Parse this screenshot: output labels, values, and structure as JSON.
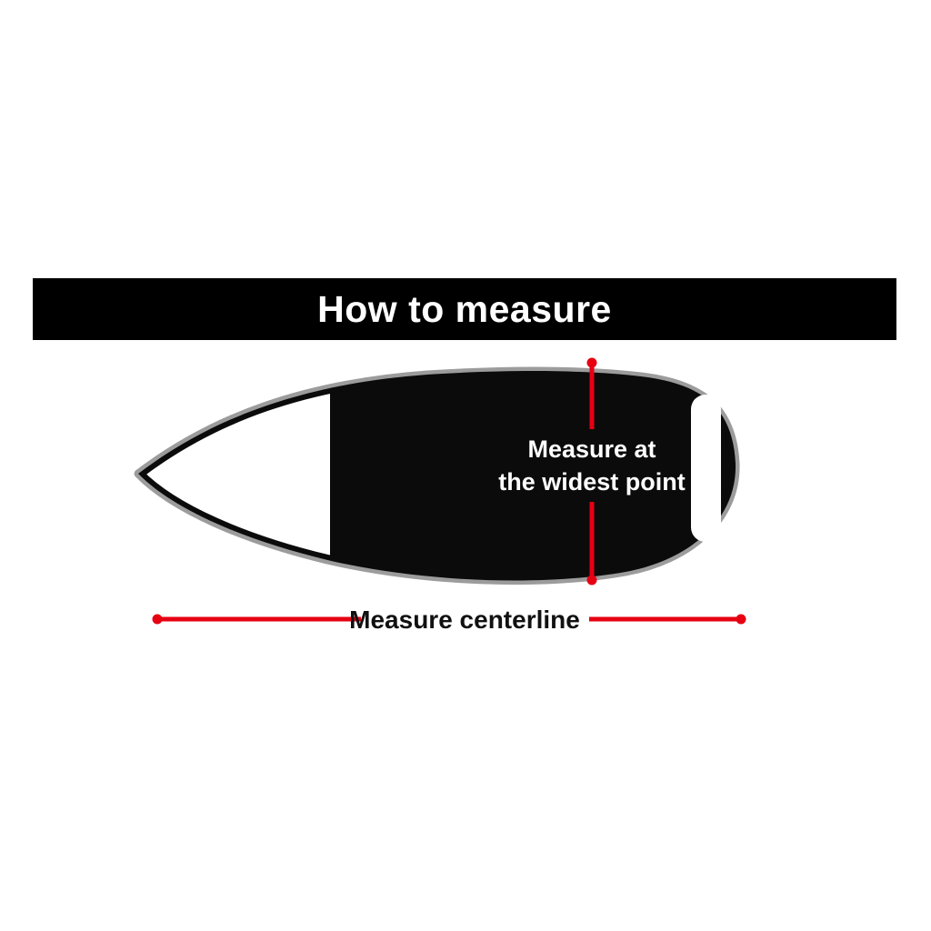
{
  "banner": {
    "title": "How to measure"
  },
  "diagram": {
    "width_label_line1": "Measure at",
    "width_label_line2": "the widest point",
    "centerline_label": "Measure centerline"
  },
  "colors": {
    "page_background": "#ffffff",
    "banner_bg": "#000000",
    "banner_text": "#ffffff",
    "board_fill": "#0b0b0b",
    "board_outline_gray": "#9c9c9c",
    "board_nose_white": "#ffffff",
    "handle_slot_white": "#ffffff",
    "accent_red": "#e60012",
    "width_label_color": "#ffffff",
    "centerline_label_color": "#111111"
  }
}
